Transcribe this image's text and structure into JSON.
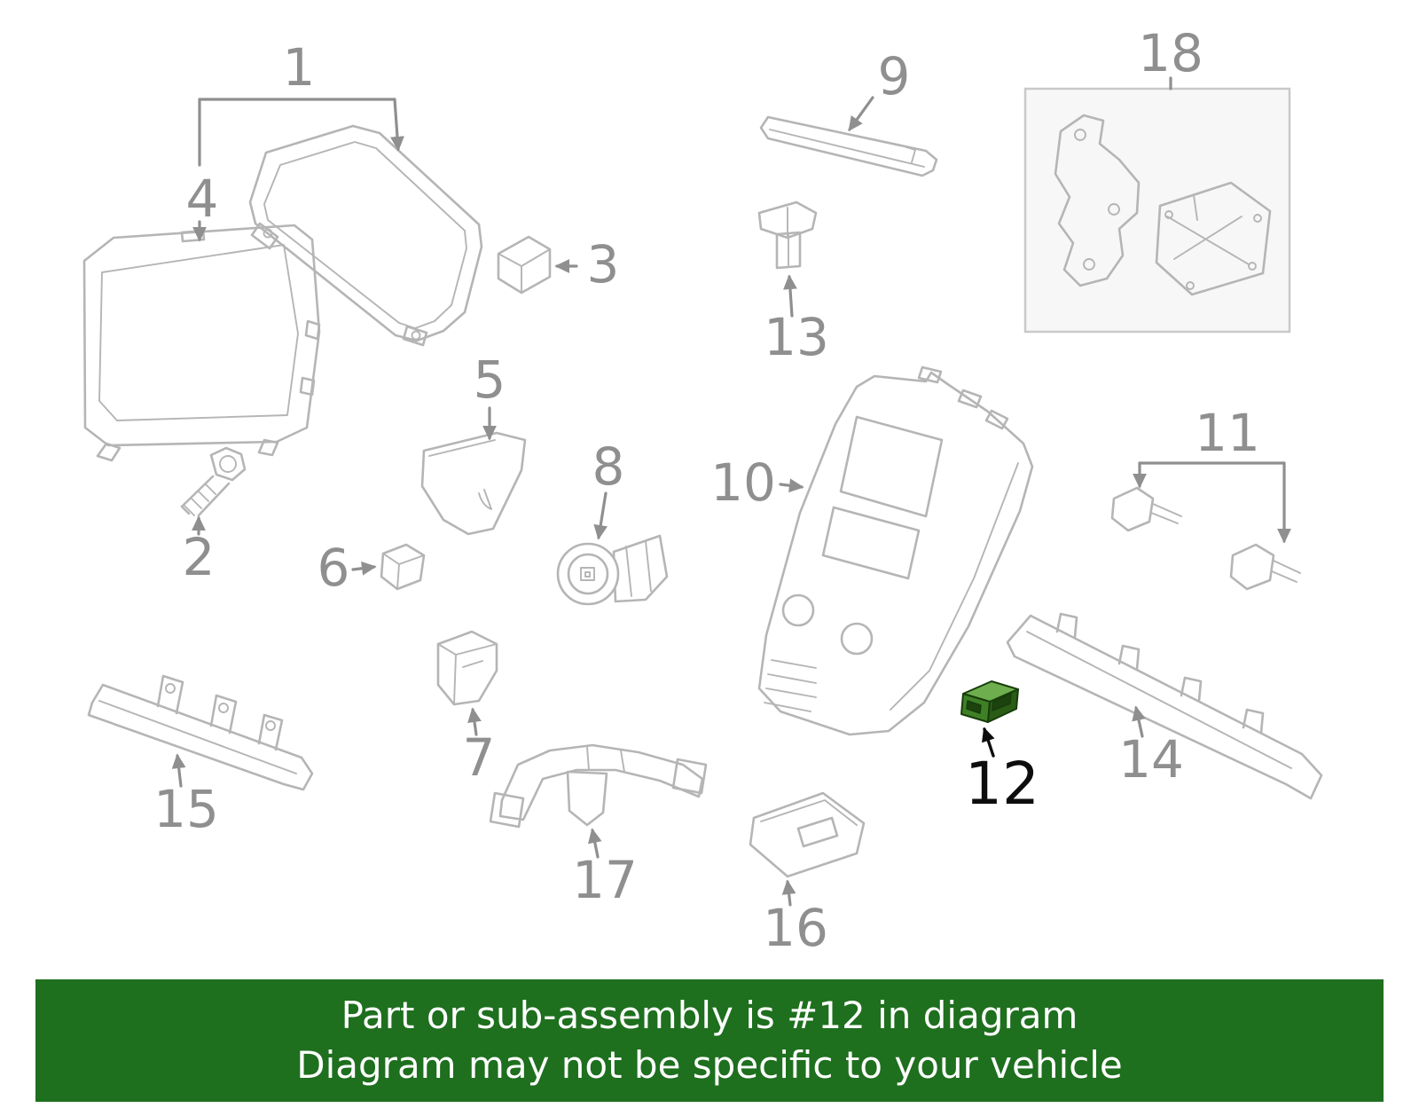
{
  "banner": {
    "line1": "Part or sub-assembly is #12 in diagram",
    "line2": "Diagram may not be specific to your vehicle"
  },
  "highlighted_callout": "12",
  "callouts": {
    "1": "1",
    "2": "2",
    "3": "3",
    "4": "4",
    "5": "5",
    "6": "6",
    "7": "7",
    "8": "8",
    "9": "9",
    "10": "10",
    "11": "11",
    "12": "12",
    "13": "13",
    "14": "14",
    "15": "15",
    "16": "16",
    "17": "17",
    "18": "18"
  },
  "colors": {
    "background": "#ffffff",
    "diagram_line": "#b5b5b5",
    "leader": "#8f8f8f",
    "callout_text": "#8f8f8f",
    "callout12_text": "#0d0d0d",
    "highlight_top": "#6fae4e",
    "highlight_front": "#3f8026",
    "highlight_side": "#2a5c16",
    "highlight_slot": "#1c430d",
    "highlight_outline": "#173d0b",
    "box18_fill": "#f7f7f7",
    "box18_border": "#c9c9c9",
    "banner_bg": "#1e6f1e",
    "banner_text": "#ffffff"
  }
}
